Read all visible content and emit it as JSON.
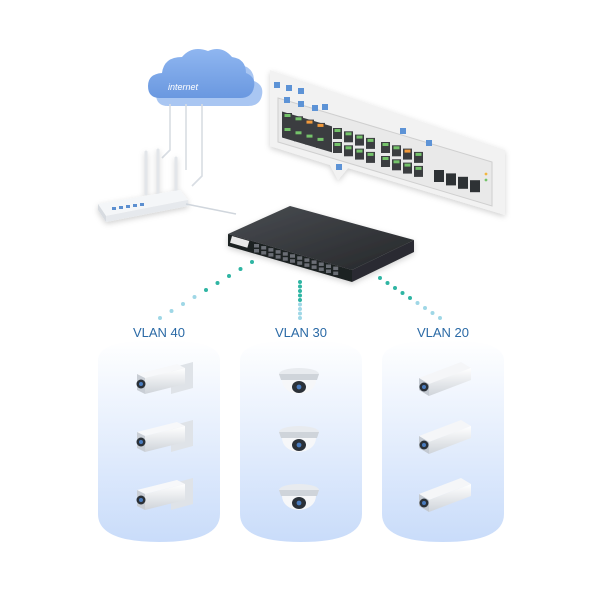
{
  "cloud": {
    "label": "internet"
  },
  "vlans": [
    {
      "id": "vlan-40",
      "label": "VLAN 40",
      "camera_type": "bullet-box-camera",
      "count": 3
    },
    {
      "id": "vlan-30",
      "label": "VLAN 30",
      "camera_type": "dome-camera",
      "count": 3
    },
    {
      "id": "vlan-20",
      "label": "VLAN 20",
      "camera_type": "tube-camera",
      "count": 3
    }
  ],
  "colors": {
    "cloud": "#7fa9e8",
    "dots": "#2fb5a3",
    "dots_fade": "#9fd7e6",
    "vlan_text": "#2b6aa6",
    "column_top": "#ffffff",
    "column_bottom": "#cfe0fb",
    "port_green": "#74c36b",
    "port_orange": "#f29a3a",
    "switch_body": "#2f3135",
    "panel_bg": "#f4f4f4"
  }
}
